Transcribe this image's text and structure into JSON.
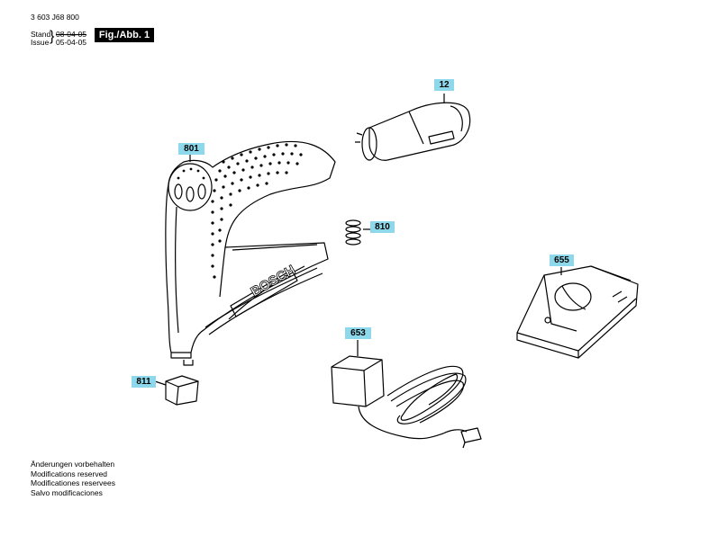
{
  "header": {
    "doc_number": "3 603 J68 800",
    "stand_label": "Stand",
    "stand_date": "08-04-05",
    "issue_label": "Issue",
    "issue_date": "05-04-05",
    "figure": "Fig./Abb. 1"
  },
  "parts": [
    {
      "id": "801"
    },
    {
      "id": "12"
    },
    {
      "id": "810"
    },
    {
      "id": "655"
    },
    {
      "id": "653"
    },
    {
      "id": "811"
    }
  ],
  "brand_text": "BOSCH",
  "footer": [
    "Änderungen vorbehalten",
    "Modifications reserved",
    "Modificationes reservees",
    "Salvo modificaciones"
  ],
  "colors": {
    "callout": "#8dd8ea"
  }
}
